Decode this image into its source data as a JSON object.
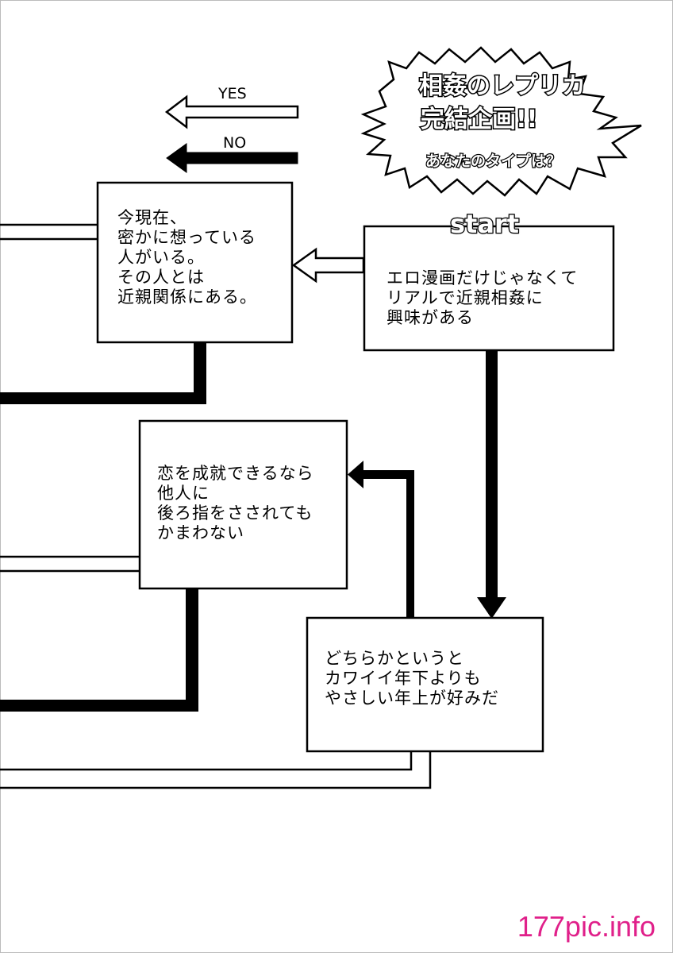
{
  "legend": {
    "yes_label": "YES",
    "no_label": "NO"
  },
  "title_burst": {
    "line1": "相姦のレプリカ",
    "line2": "完結企画!!",
    "line3": "あなたのタイプは？"
  },
  "start": {
    "label": "start",
    "text": "エロ漫画だけじゃなくて\nリアルで近親相姦に\n興味がある"
  },
  "nodes": {
    "secret_love": "今現在、\n密かに想っている\n人がいる。\nその人とは\n近親関係にある。",
    "love_fulfilled": "恋を成就できるなら\n他人に\n後ろ指をさされても\nかまわない",
    "older_preference": "どちらかというと\nカワイイ年下よりも\nやさしい年上が好みだ"
  },
  "watermark": "177pic.info"
}
